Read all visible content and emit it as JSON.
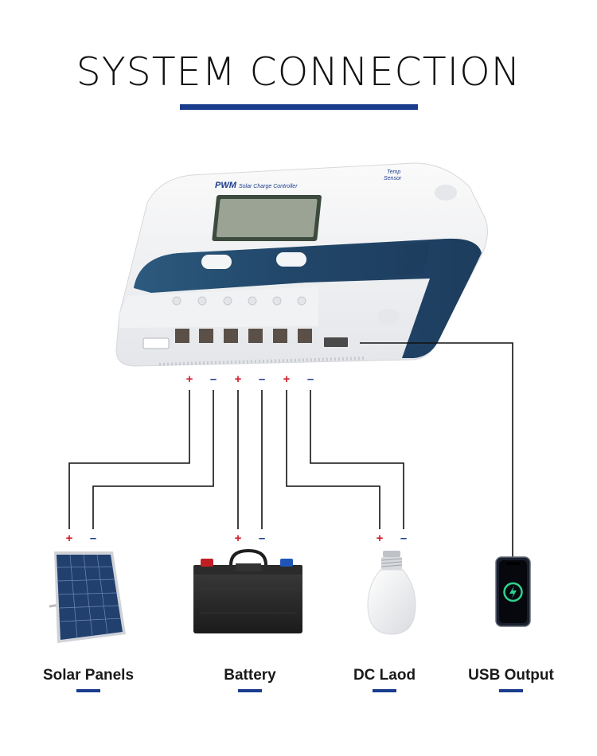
{
  "title": "SYSTEM CONNECTION",
  "controller": {
    "brand": "PWM",
    "model_text": "Solar Charge Controller",
    "temp_sensor_label_1": "Temp",
    "temp_sensor_label_2": "Sensor"
  },
  "terminal_signs": [
    "+",
    "–",
    "+",
    "–",
    "+",
    "–"
  ],
  "device_signs": {
    "solar": [
      "+",
      "–"
    ],
    "battery": [
      "+",
      "–"
    ],
    "load": [
      "+",
      "–"
    ]
  },
  "devices": [
    {
      "label": "Solar Panels"
    },
    {
      "label": "Battery"
    },
    {
      "label": "DC Laod"
    },
    {
      "label": "USB Output"
    }
  ],
  "colors": {
    "accent": "#1a3c8c",
    "positive": "#d21f2b",
    "negative": "#1a3c8c",
    "controller_band": "#2a4a6a"
  }
}
